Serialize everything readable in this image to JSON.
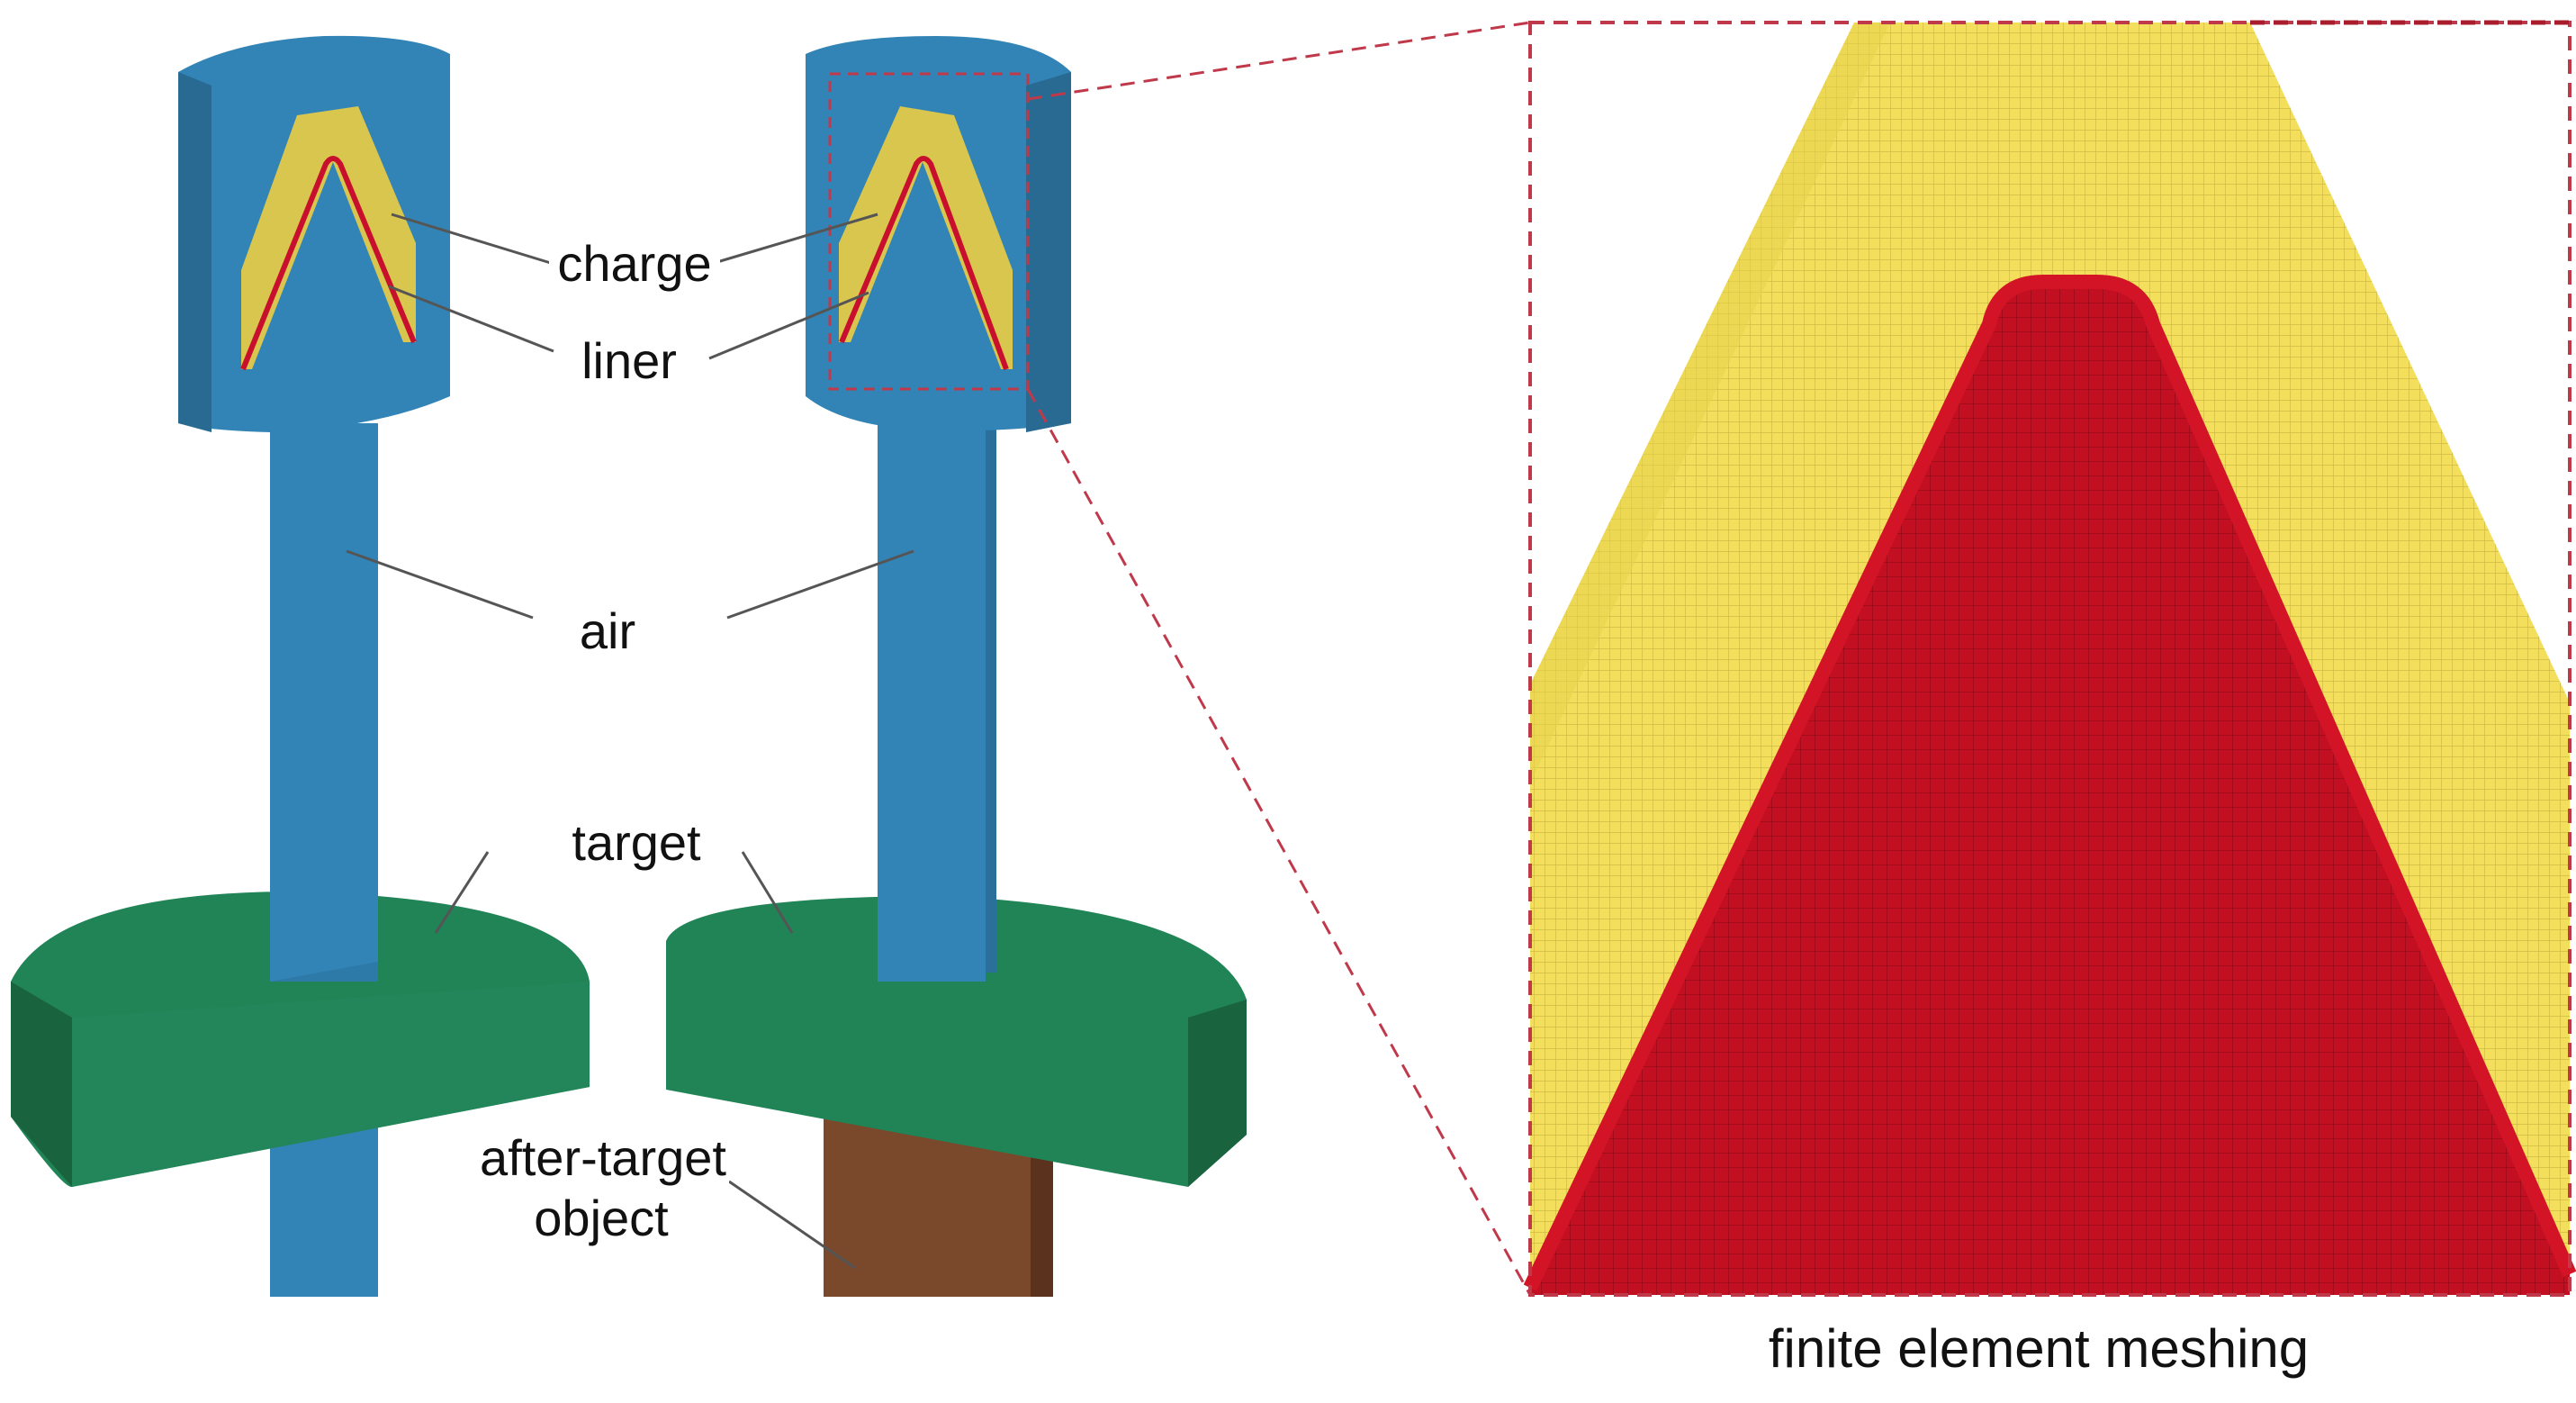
{
  "labels": {
    "charge": "charge",
    "liner": "liner",
    "air": "air",
    "target": "target",
    "after_target_line1": "after-target",
    "after_target_line2": "object",
    "caption": "finite element meshing"
  },
  "colors": {
    "air": "#3384b6",
    "air_dark": "#286a92",
    "charge": "#d9c64e",
    "liner": "#c8102e",
    "target": "#218456",
    "target_dark": "#19633f",
    "after_target_object": "#7a482b",
    "mesh_yellow": "#f4df5c",
    "mesh_red": "#c20f21",
    "zoom_box": "#c0394b"
  }
}
